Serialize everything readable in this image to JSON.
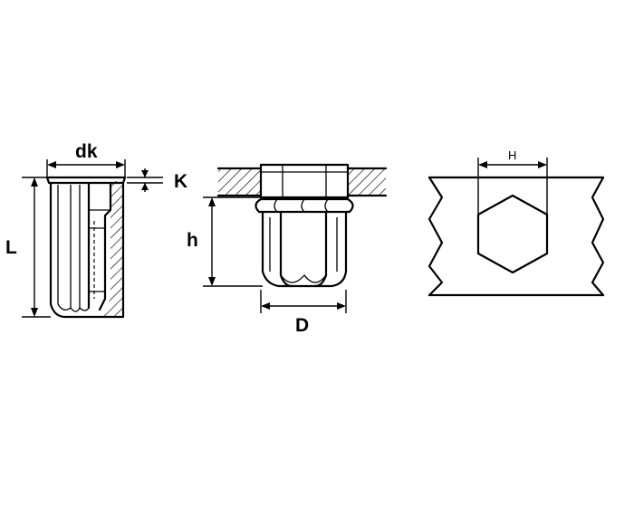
{
  "labels": {
    "dk": "dk",
    "K": "K",
    "L": "L",
    "h": "h",
    "D": "D",
    "H": "H"
  },
  "colors": {
    "line": "#000000",
    "background": "#ffffff"
  }
}
